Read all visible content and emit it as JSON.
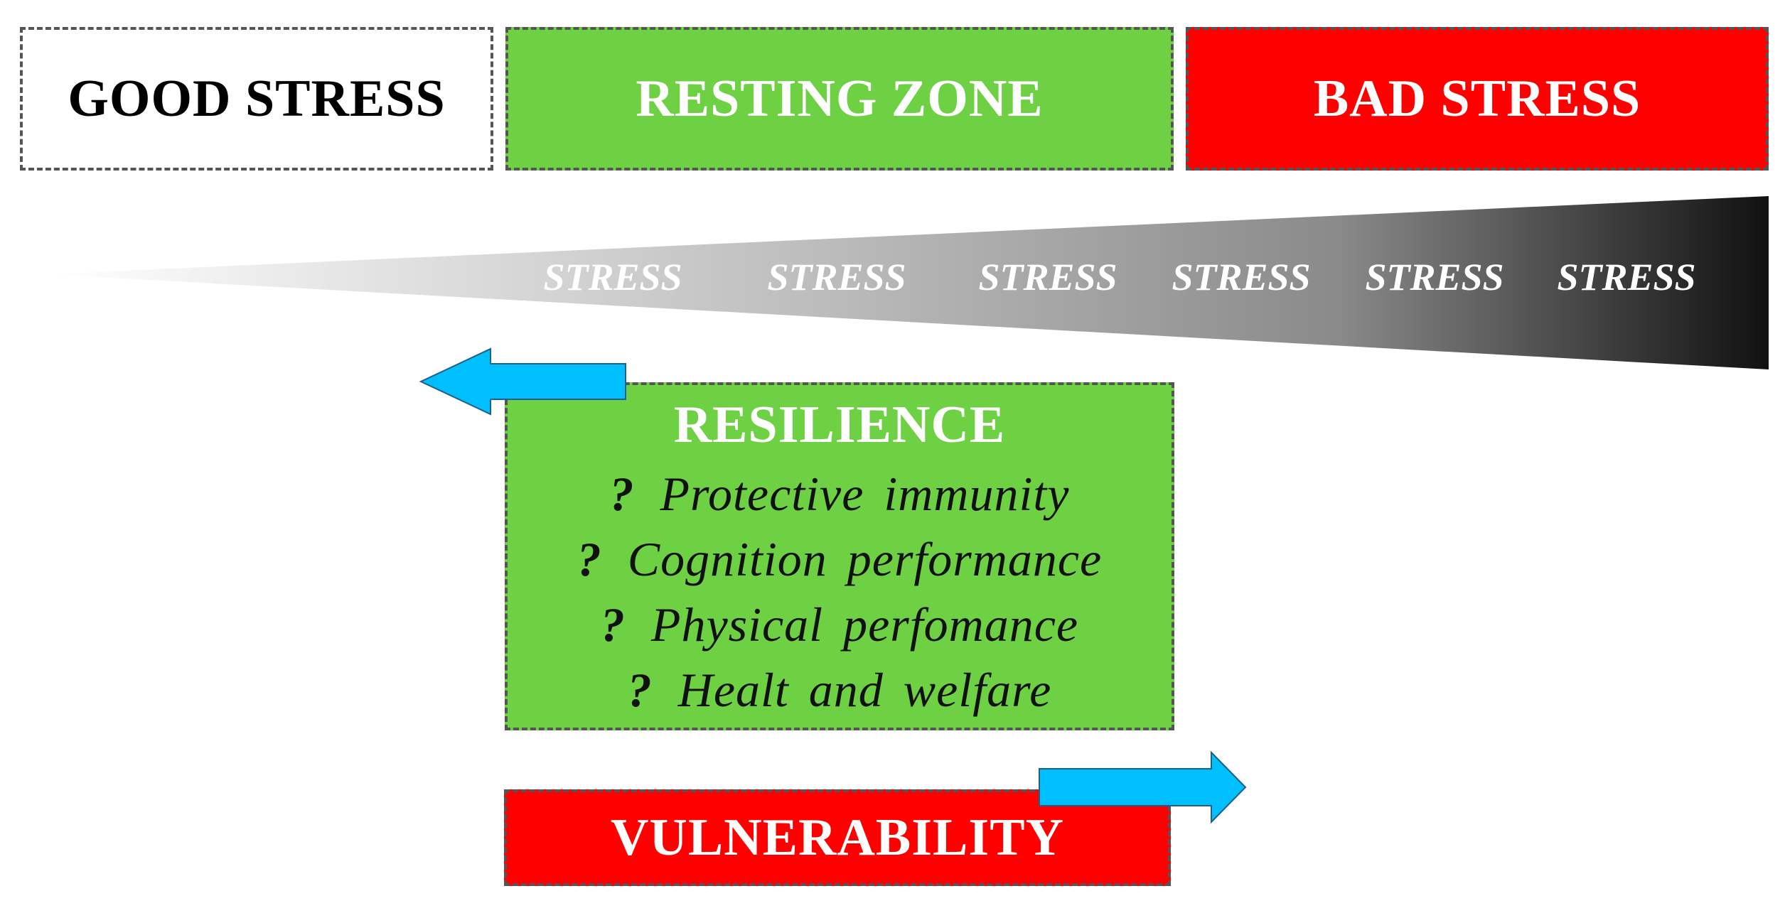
{
  "zones": {
    "good": "GOOD STRESS",
    "resting": "RESTING ZONE",
    "bad": "BAD STRESS"
  },
  "stress_labels": [
    "STRESS",
    "STRESS",
    "STRESS",
    "STRESS",
    "STRESS",
    "STRESS"
  ],
  "resilience": {
    "title": "RESILIENCE",
    "items": [
      {
        "marker": "?",
        "text": "Protective immunity"
      },
      {
        "marker": "?",
        "text": "Cognition performance"
      },
      {
        "marker": "?",
        "text": "Physical perfomance"
      },
      {
        "marker": "?",
        "text": "Healt and welfare"
      }
    ]
  },
  "vulnerability": "VULNERABILITY",
  "colors": {
    "green": "#6dd143",
    "red": "#ff0000",
    "arrow": "#00bfff",
    "arrow_stroke": "#1f5f8a",
    "wedge_light": "#ffffff",
    "wedge_dark": "#111111"
  }
}
